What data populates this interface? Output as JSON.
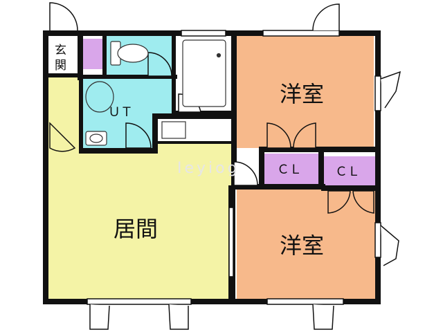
{
  "floor_plan": {
    "rooms": [
      {
        "id": "entrance",
        "label_line1": "玄",
        "label_line2": "関"
      },
      {
        "id": "unit_bath",
        "label": "ＵＴ"
      },
      {
        "id": "western_room_1",
        "label": "洋室"
      },
      {
        "id": "closet_1",
        "label": "ＣＬ"
      },
      {
        "id": "closet_2",
        "label": "ＣＬ"
      },
      {
        "id": "living",
        "label": "居間"
      },
      {
        "id": "western_room_2",
        "label": "洋室"
      }
    ],
    "watermark": "Ieyiog",
    "colors": {
      "wall": "#111111",
      "living": "#f4f3a6",
      "western_room": "#f7b98b",
      "bath": "#9fecef",
      "closet": "#d9a6ea",
      "floor": "#ffffff",
      "fixture": "#ffffff"
    }
  }
}
